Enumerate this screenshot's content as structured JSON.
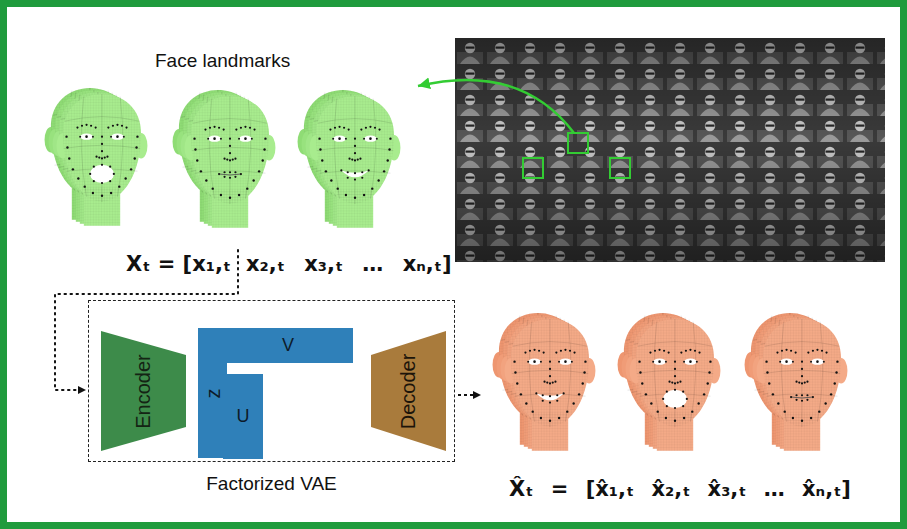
{
  "diagram": {
    "nodes": [
      {
        "text": [
          "Factorized VAE"
        ]
      },
      {
        "text": [
          "Encoder"
        ],
        "in": 0
      },
      {
        "text": [
          "z"
        ],
        "in": 0
      },
      {
        "text": [
          "V"
        ],
        "in": 0
      },
      {
        "text": [
          "U"
        ],
        "in": 0
      },
      {
        "text": [
          "Decoder"
        ],
        "in": 0
      }
    ],
    "labels": [
      "Face landmarks",
      "Xₜ = [x₁,ₜ",
      "x₂,ₜ x₃,ₜ … xₙ,ₜ]",
      "X̂ₜ = [x̂₁,ₜ x̂₂,ₜ x̂₃,ₜ … x̂ₙ,ₜ]"
    ]
  }
}
